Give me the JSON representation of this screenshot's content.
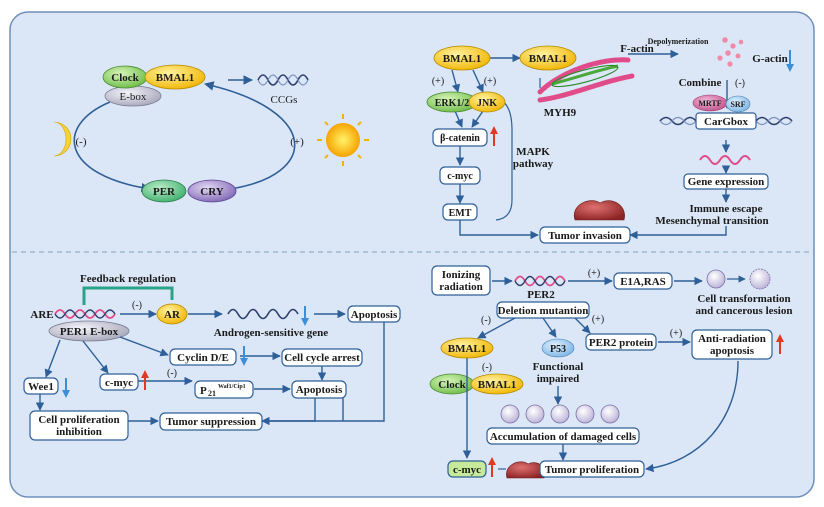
{
  "circadian": {
    "clock": "Clock",
    "bmal1": "BMAL1",
    "ebox": "E-box",
    "ccgs": "CCGs",
    "per": "PER",
    "cry": "CRY",
    "neg": "(-)",
    "pos": "(+)"
  },
  "actin": {
    "bmal1_top": "BMAL1",
    "bmal1_mid": "BMAL1",
    "plus_left": "(+)",
    "plus_right": "(+)",
    "erk": "ERK1/2",
    "jnk": "JNK",
    "beta_catenin": "β-catenin",
    "cmyc": "c-myc",
    "emt": "EMT",
    "mapk_line1": "MAPK",
    "mapk_line2": "pathway",
    "myh9": "MYH9",
    "factin": "F-actin",
    "depolym": "Depolymerization",
    "gactin": "G-actin",
    "combine": "Combine",
    "minus": "(-)",
    "mrtf": "MRTF",
    "srf": "SRF",
    "cargbox": "CarGbox",
    "gene_expr": "Gene expression",
    "immune": "Immune escape",
    "mesench": "Mesenchymal transition",
    "tumor_invasion": "Tumor invasion"
  },
  "per1": {
    "feedback": "Feedback regulation",
    "are": "ARE",
    "minus_ar": "(-)",
    "ar": "AR",
    "androgen": "Androgen-sensitive gene",
    "apoptosis_r": "Apoptosis",
    "per1_ebox": "PER1 E-box",
    "cyclin": "Cyclin D/E",
    "arrest": "Cell cycle arrest",
    "wee1": "Wee1",
    "cmyc": "c-myc",
    "minus_p21": "(-)",
    "p21": "P",
    "p21_sub": "21",
    "p21_sup": "Waf1/Cip1",
    "apoptosis_m": "Apoptosis",
    "prolif_line1": "Cell proliferation",
    "prolif_line2": "inhibition",
    "suppression": "Tumor suppression"
  },
  "per2": {
    "ionizing_line1": "Ionizing",
    "ionizing_line2": "radiation",
    "per2": "PER2",
    "plus_e1a": "(+)",
    "e1a": "E1A,RAS",
    "cell_transform_line1": "Cell transformation",
    "cell_transform_line2": "and cancerous lesion",
    "deletion": "Deletion mutantion",
    "minus_left": "(-)",
    "plus_right": "(+)",
    "bmal1_a": "BMAL1",
    "minus_b": "(-)",
    "p53": "P53",
    "func_line1": "Functional",
    "func_line2": "impaired",
    "per2_protein": "PER2 protein",
    "plus_anti": "(+)",
    "anti_line1": "Anti-radiation",
    "anti_line2": "apoptosis",
    "clock": "Clock",
    "bmal1_b": "BMAL1",
    "accum": "Accumulation of damaged cells",
    "cmyc": "c-myc",
    "tumor_prolif": "Tumor proliferation"
  },
  "colors": {
    "panel": "#dbe7f6",
    "panel_border": "#6f8fb9",
    "arrow": "#2f5f98",
    "bmal1": "#f4c400",
    "clock": "#8fd06a",
    "per": "#66c08c",
    "cry": "#9b86c6",
    "ebox": "#c8c8d6",
    "red_arrow": "#e03b22",
    "blue_arrow": "#3a8fd8",
    "dna_dark": "#2c3e6e",
    "dna_pink": "#e04c8a",
    "feedback": "#2aa38a"
  }
}
